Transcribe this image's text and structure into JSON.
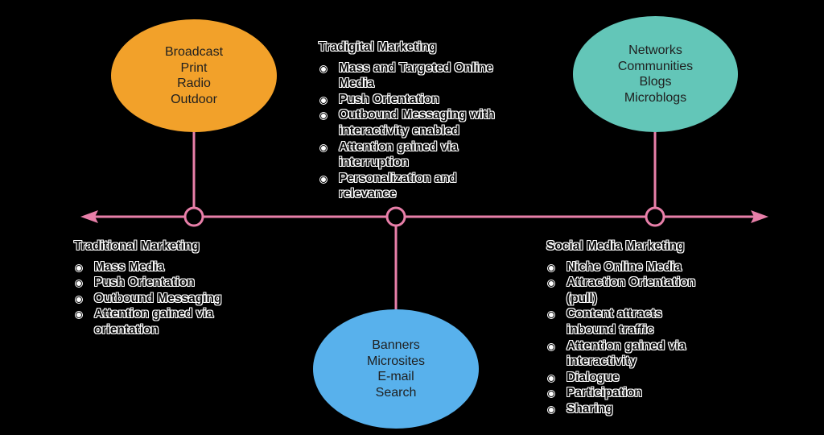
{
  "colors": {
    "background": "#000000",
    "timeline": "#e87fa9",
    "traditional_circle": "#f2a12a",
    "social_circle": "#63c6b8",
    "digital_circle": "#58b1ec"
  },
  "circles": {
    "traditional": [
      "Broadcast",
      "Print",
      "Radio",
      "Outdoor"
    ],
    "social": [
      "Networks",
      "Communities",
      "Blogs",
      "Microblogs"
    ],
    "digital": [
      "Banners",
      "Microsites",
      "E-mail",
      "Search"
    ]
  },
  "tradigital": {
    "title": "Tradigital Marketing",
    "items": [
      "Mass and Targeted Online Media",
      "Push Orientation",
      "Outbound Messaging with interactivity enabled",
      "Attention gained via interruption",
      "Personalization and relevance"
    ]
  },
  "traditional": {
    "title": "Traditional Marketing",
    "items": [
      "Mass Media",
      "Push Orientation",
      "Outbound Messaging",
      "Attention gained via orientation"
    ]
  },
  "social": {
    "title": "Social Media Marketing",
    "items": [
      "Niche Online Media",
      "Attraction Orientation (pull)",
      "Content attracts inbound traffic",
      "Attention gained via interactivity",
      "Dialogue",
      "Participation",
      "Sharing"
    ]
  }
}
